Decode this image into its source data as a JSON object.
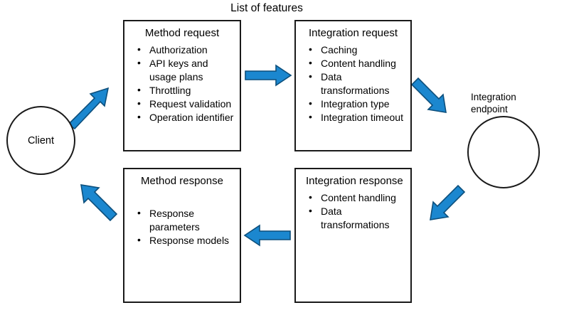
{
  "diagram": {
    "title": "List of features",
    "accent_color": "#1b87cf",
    "accent_stroke_color": "#0d4f7c",
    "outline_color": "#1a1a1a",
    "background_color": "#ffffff",
    "nodes": {
      "client": {
        "label": "Client"
      },
      "integration_endpoint": {
        "label_line1": "Integration",
        "label_line2": "endpoint"
      }
    },
    "boxes": [
      {
        "id": "method-request",
        "title": "Method request",
        "items": [
          "Authorization",
          "API keys and usage plans",
          "Throttling",
          "Request validation",
          "Operation identifier"
        ]
      },
      {
        "id": "integration-request",
        "title": "Integration request",
        "items": [
          "Caching",
          "Content handling",
          "Data transformations",
          "Integration type",
          "Integration timeout"
        ]
      },
      {
        "id": "method-response",
        "title": "Method response",
        "items": [
          "Response parameters",
          "Response models"
        ]
      },
      {
        "id": "integration-response",
        "title": "Integration response",
        "items": [
          "Content handling",
          "Data transformations"
        ]
      }
    ],
    "arrows": [
      {
        "id": "client-to-method-request",
        "direction": "up-right"
      },
      {
        "id": "method-request-to-integration-request",
        "direction": "right"
      },
      {
        "id": "integration-request-to-endpoint",
        "direction": "down-right"
      },
      {
        "id": "endpoint-to-integration-response",
        "direction": "down-left"
      },
      {
        "id": "integration-response-to-method-response",
        "direction": "left"
      },
      {
        "id": "method-response-to-client",
        "direction": "up-left"
      }
    ]
  }
}
